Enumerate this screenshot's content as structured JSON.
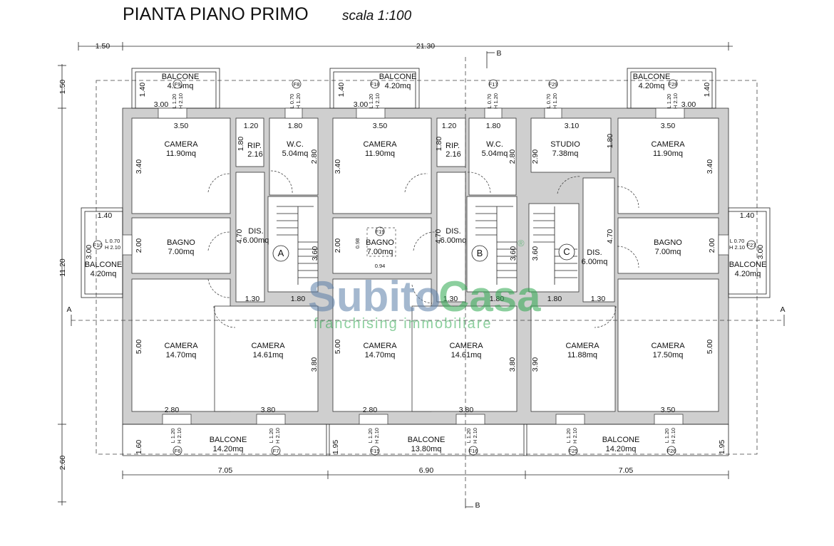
{
  "title": "PIANTA PIANO PRIMO",
  "scale": "scala 1:100",
  "watermark": {
    "brand_a": "Subito",
    "brand_b": "Casa",
    "registered": "®",
    "tagline": "franchising immobiliare",
    "color_a": "#5b7fa8",
    "color_b": "#2fa84f"
  },
  "section_marks": {
    "a_left": "A",
    "a_right": "A",
    "b_top": "B",
    "b_bottom": "B"
  },
  "units": {
    "a": "A",
    "b": "B",
    "c": "C"
  },
  "dims_overall": {
    "top_left": "1.50",
    "top_total": "21.30",
    "left_1": "1.50",
    "left_2": "11.20",
    "left_3": "2.60",
    "bottom_1": "7.05",
    "bottom_2": "6.90",
    "bottom_3": "7.05"
  },
  "unit_a": {
    "balcone_top": {
      "label": "BALCONE",
      "area": "4.20mq",
      "dim_w": "3.00",
      "dim_h": "1.40"
    },
    "balcone_left": {
      "label": "BALCONE",
      "area": "4.20mq",
      "dim_w": "1.40",
      "dim_h": "3.00"
    },
    "balcone_bottom": {
      "label": "BALCONE",
      "area": "14.20mq",
      "dim_h": "1.60"
    },
    "camera_nw": {
      "label": "CAMERA",
      "area": "11.90mq",
      "dim_w": "3.50",
      "dim_h": "3.40"
    },
    "rip": {
      "label": "RIP.",
      "area": "2.16",
      "dim_w": "1.20",
      "dim_h": "1.80"
    },
    "wc": {
      "label": "W.C.",
      "area": "5.04mq",
      "dim_w": "1.80",
      "dim_h": "2.80"
    },
    "bagno": {
      "label": "BAGNO",
      "area": "7.00mq",
      "dim_h": "2.00"
    },
    "dis": {
      "label": "DIS.",
      "area": "6.00mq",
      "dim_h": "4.70",
      "dim_w": "1.30"
    },
    "stair": {
      "dim_h": "3.60",
      "dim_w": "1.80"
    },
    "camera_sw": {
      "label": "CAMERA",
      "area": "14.70mq",
      "dim_w": "2.80",
      "dim_h": "5.00"
    },
    "camera_s": {
      "label": "CAMERA",
      "area": "14.61mq",
      "dim_w": "3.80",
      "dim_h": "3.80"
    },
    "windows": {
      "f9": "F9",
      "f8": "F8",
      "f10": "F10",
      "f6": "F6",
      "f7": "F7",
      "f9_spec": [
        "L 1.20",
        "H 2.10"
      ],
      "f8_spec": [
        "L 0.70",
        "H 1.20"
      ],
      "f10_spec": [
        "L 0.70",
        "H 2.10"
      ],
      "f6_spec": [
        "L 1.20",
        "H 2.10"
      ],
      "f7_spec": [
        "L 1.20",
        "H 2.10"
      ]
    }
  },
  "unit_b": {
    "balcone_top": {
      "label": "BALCONE",
      "area": "4.20mq",
      "dim_w": "3.00",
      "dim_h": "1.40"
    },
    "balcone_bottom": {
      "label": "BALCONE",
      "area": "13.80mq",
      "dim_h": "1.95"
    },
    "camera_nw": {
      "label": "CAMERA",
      "area": "11.90mq",
      "dim_w": "3.50",
      "dim_h": "3.40"
    },
    "rip": {
      "label": "RIP.",
      "area": "2.16",
      "dim_w": "1.20",
      "dim_h": "1.80"
    },
    "wc": {
      "label": "W.C.",
      "area": "5.04mq",
      "dim_w": "1.80",
      "dim_h": "2.80"
    },
    "bagno": {
      "label": "BAGNO",
      "area": "7.00mq",
      "dim_h": "2.00",
      "dim_a": "0.98",
      "dim_b": "0.94"
    },
    "dis": {
      "label": "DIS.",
      "area": "6.00mq",
      "dim_h": "4.70",
      "dim_w": "1.30"
    },
    "stair": {
      "dim_h": "3.60",
      "dim_w": "1.80"
    },
    "camera_sw": {
      "label": "CAMERA",
      "area": "14.70mq",
      "dim_w": "2.80",
      "dim_h": "5.00"
    },
    "camera_s": {
      "label": "CAMERA",
      "area": "14.61mq",
      "dim_w": "3.80",
      "dim_h": "3.80"
    },
    "windows": {
      "f18": "F18",
      "f17": "F17",
      "f19": "F19",
      "f15": "F15",
      "f16": "F16",
      "f18_spec": [
        "L 1.20",
        "H 2.10"
      ],
      "f17_spec": [
        "L 0.70",
        "H 1.20"
      ],
      "f15_spec": [
        "L 1.20",
        "H 2.10"
      ],
      "f16_spec": [
        "L 1.20",
        "H 2.10"
      ]
    }
  },
  "unit_c": {
    "balcone_top": {
      "label": "BALCONE",
      "area": "4.20mq",
      "dim_w": "3.00",
      "dim_h": "1.40"
    },
    "balcone_right": {
      "label": "BALCONE",
      "area": "4.20mq",
      "dim_w": "1.40",
      "dim_h": "3.00"
    },
    "balcone_bottom": {
      "label": "BALCONE",
      "area": "14.20mq",
      "dim_h": "1.95"
    },
    "studio": {
      "label": "STUDIO",
      "area": "7.38mq",
      "dim_w": "3.10",
      "dim_h": "2.90",
      "dim_h2": "1.80"
    },
    "camera_ne": {
      "label": "CAMERA",
      "area": "11.90mq",
      "dim_w": "3.50",
      "dim_h": "3.40"
    },
    "bagno": {
      "label": "BAGNO",
      "area": "7.00mq",
      "dim_h": "2.00"
    },
    "dis": {
      "label": "DIS.",
      "area": "6.00mq",
      "dim_h": "4.70",
      "dim_w": "1.30"
    },
    "stair": {
      "dim_h": "3.60",
      "dim_w": "1.80"
    },
    "camera_sw": {
      "label": "CAMERA",
      "area": "11.88mq",
      "dim_h": "3.90"
    },
    "camera_se": {
      "label": "CAMERA",
      "area": "17.50mq",
      "dim_w": "3.50",
      "dim_h": "5.00"
    },
    "windows": {
      "f29": "F29",
      "f28": "F28",
      "f27": "F27",
      "f25": "F25",
      "f26": "F26",
      "f29_spec": [
        "L 0.70",
        "H 1.20"
      ],
      "f28_spec": [
        "L 1.20",
        "H 2.10"
      ],
      "f27_spec": [
        "L 0.70",
        "H 2.10"
      ],
      "f25_spec": [
        "L 1.20",
        "H 2.10"
      ],
      "f26_spec": [
        "L 1.20",
        "H 2.10"
      ]
    }
  }
}
